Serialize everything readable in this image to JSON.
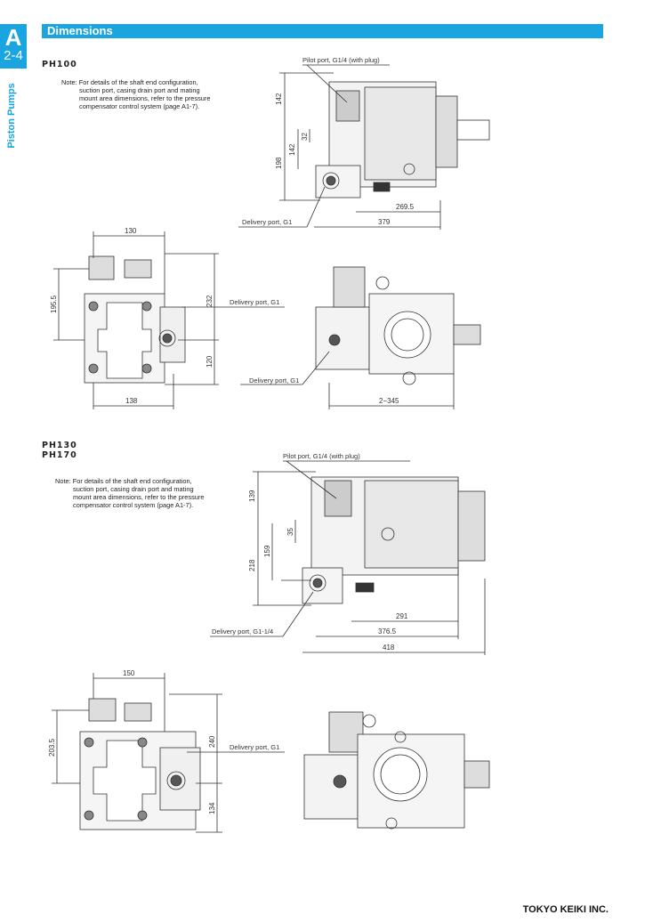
{
  "tab": {
    "letter": "A",
    "number": "2-4"
  },
  "side_label": "Piston Pumps",
  "section_title": "Dimensions",
  "ph100": {
    "model": "PH100",
    "note": [
      "Note: For details of the shaft end configuration,",
      "suction port, casing drain port and mating",
      "mount area dimensions, refer to the pressure",
      "compensator control system (page A1-7)."
    ],
    "pilot_port": "Pilot port, G1/4 (with plug)",
    "delivery_port": "Delivery port, G1",
    "dims": {
      "d142a": "142",
      "d142b": "142",
      "d32": "32",
      "d198": "198",
      "d2695": "269.5",
      "d379": "379",
      "d130": "130",
      "d1955": "195.5",
      "d232": "232",
      "d120": "120",
      "d138": "138",
      "d2345": "2−345"
    }
  },
  "ph130": {
    "model_a": "PH130",
    "model_b": "PH170",
    "note": [
      "Note: For details of the shaft end configuration,",
      "suction port, casing drain port and mating",
      "mount area dimensions, refer to the pressure",
      "compensator control system (page A1-7)."
    ],
    "pilot_port": "Pilot port, G1/4 (with plug)",
    "delivery_port_a": "Delivery port, G1-1/4",
    "delivery_port_b": "Delivery port, G1",
    "dims": {
      "d139": "139",
      "d35": "35",
      "d159": "159",
      "d218": "218",
      "d291": "291",
      "d3765": "376.5",
      "d418": "418",
      "d150": "150",
      "d2035": "203.5",
      "d240": "240",
      "d134": "134"
    }
  },
  "company": "TOKYO KEIKI INC."
}
